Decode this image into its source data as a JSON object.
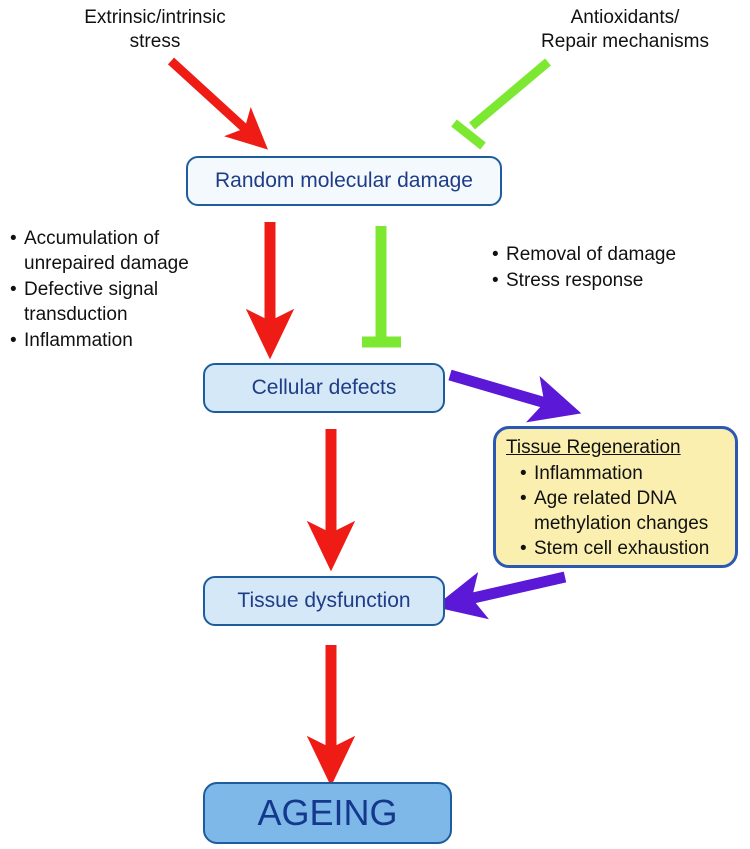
{
  "diagram": {
    "title": "Ageing pathway diagram",
    "colors": {
      "damage_arrow": "#EE1C15",
      "protective_arrow": "#7CE831",
      "regeneration_arrow": "#5B18D6",
      "node_border": "#1F5C9E",
      "node_text": "#1F3C88",
      "card_fill": "#FAEFAF",
      "card_border": "#2B57B5",
      "ageing_fill": "#7EB8E8"
    },
    "top_labels": [
      {
        "name": "stress",
        "text": "Extrinsic/intrinsic\nstress"
      },
      {
        "name": "antioxidants",
        "text": "Antioxidants/\nRepair mechanisms"
      }
    ],
    "nodes": [
      {
        "name": "random-molecular-damage",
        "label": "Random molecular damage"
      },
      {
        "name": "cellular-defects",
        "label": "Cellular defects"
      },
      {
        "name": "tissue-dysfunction",
        "label": "Tissue dysfunction"
      },
      {
        "name": "ageing",
        "label": "AGEING"
      }
    ],
    "left_bullets": [
      "Accumulation of unrepaired  damage",
      "Defective signal transduction",
      "Inflammation"
    ],
    "right_bullets": [
      "Removal of damage",
      "Stress response"
    ],
    "regeneration_card": {
      "title": "Tissue Regeneration",
      "items": [
        "Inflammation",
        "Age related DNA methylation changes",
        "Stem cell exhaustion"
      ]
    },
    "edges": [
      {
        "name": "stress-to-damage",
        "kind": "promote",
        "color": "#EE1C15"
      },
      {
        "name": "antioxidants-inhibits-damage",
        "kind": "inhibit",
        "color": "#7CE831"
      },
      {
        "name": "damage-to-cellular-defects",
        "kind": "promote",
        "color": "#EE1C15"
      },
      {
        "name": "repair-inhibits-cellular-defects",
        "kind": "inhibit",
        "color": "#7CE831"
      },
      {
        "name": "cellular-defects-to-tissue-dysfunction",
        "kind": "promote",
        "color": "#EE1C15"
      },
      {
        "name": "cellular-defects-to-regeneration",
        "kind": "promote",
        "color": "#5B18D6"
      },
      {
        "name": "regeneration-to-tissue-dysfunction",
        "kind": "promote",
        "color": "#5B18D6"
      },
      {
        "name": "tissue-dysfunction-to-ageing",
        "kind": "promote",
        "color": "#EE1C15"
      }
    ]
  }
}
